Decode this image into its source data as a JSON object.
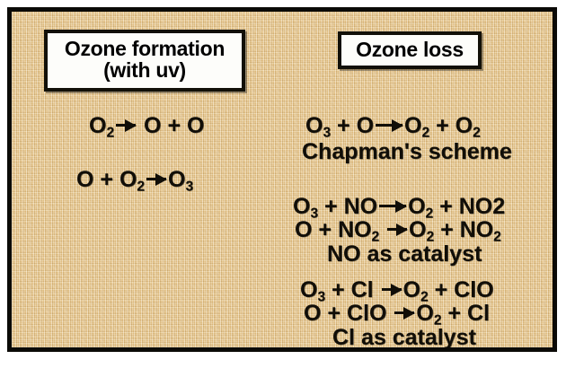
{
  "figure": {
    "background_color": "#e8c78c",
    "frame_color": "#0b0a07",
    "text_color": "#110e08",
    "box_fill_color": "#fdfdfa"
  },
  "left_panel": {
    "title_line1": "Ozone formation",
    "title_line2": "(with uv)",
    "equations": [
      {
        "id": "o2-photolysis",
        "left": [
          {
            "symbol": "O",
            "sub": "2"
          }
        ],
        "right": [
          {
            "symbol": "O"
          },
          {
            "op": "+"
          },
          {
            "symbol": "O"
          }
        ],
        "plain": "O2 → O + O"
      },
      {
        "id": "ozone-formation",
        "left": [
          {
            "symbol": "O"
          },
          {
            "op": "+"
          },
          {
            "symbol": "O",
            "sub": "2"
          }
        ],
        "right": [
          {
            "symbol": "O",
            "sub": "3"
          }
        ],
        "plain": "O + O2 → O3"
      }
    ]
  },
  "right_panel": {
    "title": "Ozone loss",
    "groups": [
      {
        "id": "chapman",
        "caption": "Chapman's scheme",
        "equations": [
          {
            "plain": "O3 + O → O2 + O2"
          }
        ]
      },
      {
        "id": "no-catalysis",
        "caption": "NO as catalyst",
        "equations": [
          {
            "plain": "O3 + NO → O2 + NO2"
          },
          {
            "plain": "O + NO2 → O2 + NO2"
          }
        ]
      },
      {
        "id": "cl-catalysis",
        "caption": "Cl as catalyst",
        "equations": [
          {
            "plain": "O3 + Cl → O2 + ClO"
          },
          {
            "plain": "O + ClO → O2 + Cl"
          }
        ]
      }
    ]
  },
  "species": {
    "O": "O",
    "O2_sub": "2",
    "O3_sub": "3",
    "NO": "NO",
    "NO2_super": "2",
    "NO2_sub": "2",
    "Cl": "Cl",
    "ClO": "ClO",
    "plus": "+"
  }
}
